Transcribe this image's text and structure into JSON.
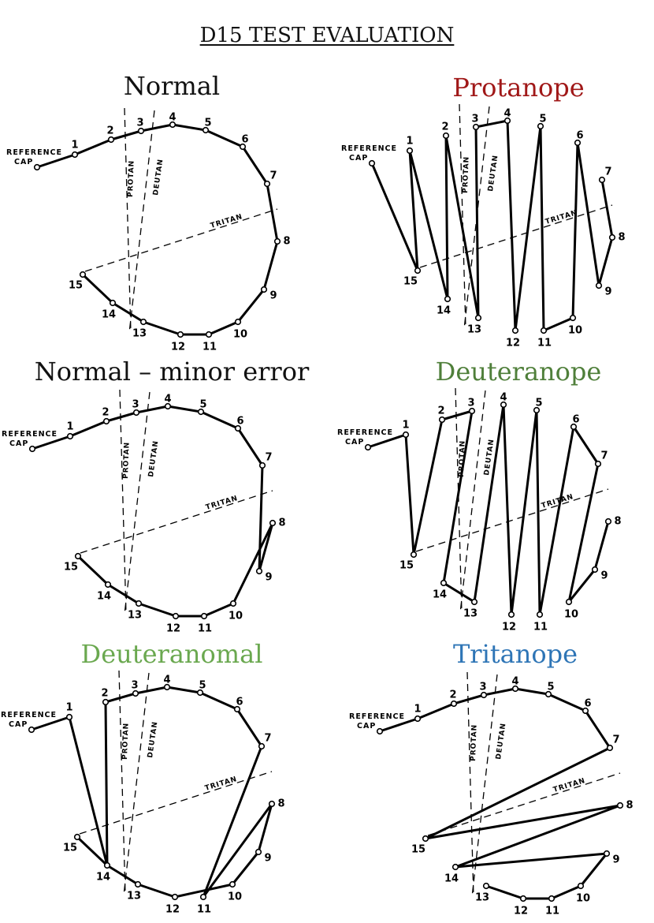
{
  "title": "D15 TEST EVALUATION",
  "labels": {
    "reference_line1": "REFERENCE",
    "reference_line2": "CAP",
    "protan": "PROTAN",
    "deutan": "DEUTAN",
    "tritan": "TRITAN",
    "cap_numbers": [
      "1",
      "2",
      "3",
      "4",
      "5",
      "6",
      "7",
      "8",
      "9",
      "10",
      "11",
      "12",
      "13",
      "14",
      "15"
    ]
  },
  "panels": [
    {
      "title": "Normal",
      "color": "#111111",
      "sequence": [
        0,
        1,
        2,
        3,
        4,
        5,
        6,
        7,
        8,
        9,
        10,
        11,
        12,
        13,
        14,
        15
      ]
    },
    {
      "title": "Protanope",
      "color": "#a01818",
      "sequence": [
        0,
        15,
        1,
        14,
        2,
        13,
        3,
        4,
        12,
        5,
        11,
        10,
        6,
        9,
        8,
        7
      ]
    },
    {
      "title": "Normal – minor error",
      "color": "#111111",
      "sequence": [
        0,
        1,
        2,
        3,
        4,
        5,
        6,
        7,
        9,
        8,
        10,
        11,
        12,
        13,
        14,
        15
      ]
    },
    {
      "title": "Deuteranope",
      "color": "#4f7f3a",
      "sequence": [
        0,
        1,
        15,
        2,
        3,
        14,
        13,
        4,
        12,
        5,
        11,
        6,
        7,
        10,
        9,
        8
      ]
    },
    {
      "title": "Deuteranomal",
      "color": "#6aa84f",
      "sequence": [
        0,
        1,
        14,
        2,
        3,
        4,
        5,
        6,
        7,
        11,
        8,
        9,
        10,
        12,
        13,
        14,
        15
      ]
    },
    {
      "title": "Tritanope",
      "color": "#2e75b6",
      "sequence": [
        0,
        1,
        2,
        3,
        4,
        5,
        6,
        7,
        15,
        8,
        14,
        9,
        10,
        11,
        12,
        13
      ]
    }
  ]
}
